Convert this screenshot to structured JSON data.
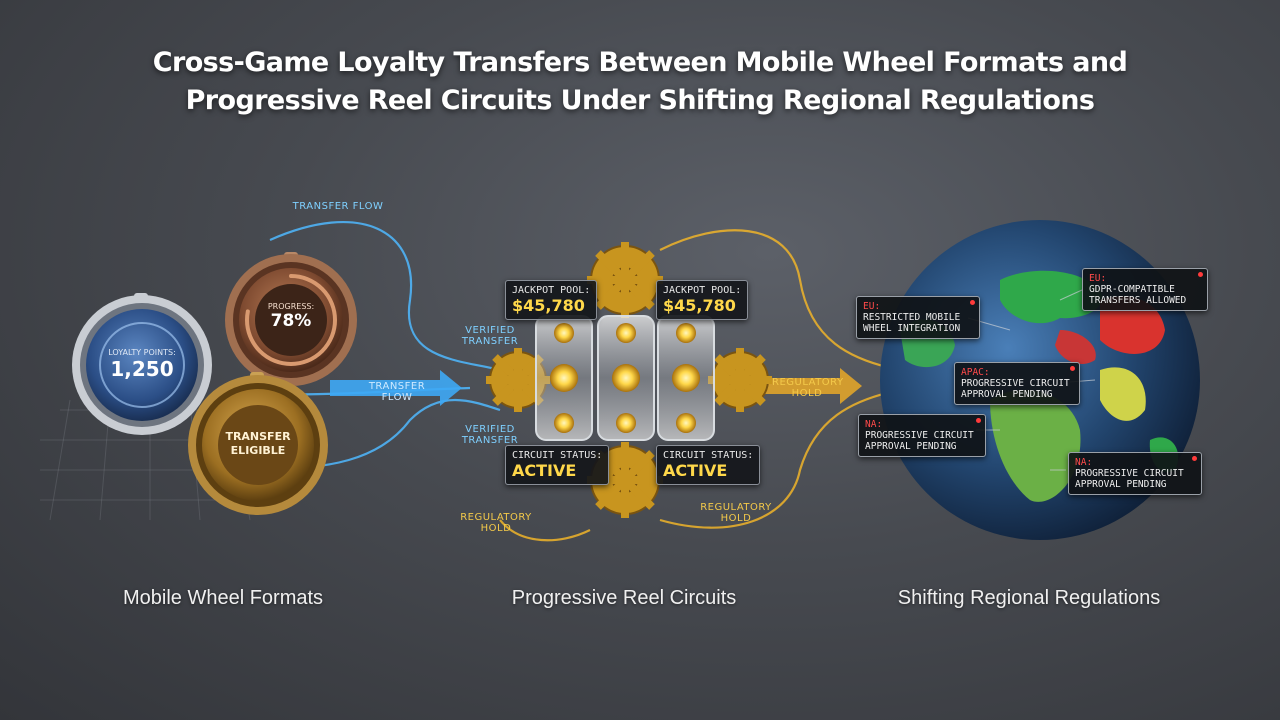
{
  "title": {
    "line1": "Cross-Game Loyalty Transfers Between Mobile Wheel Formats and",
    "line2": "Progressive Reel Circuits Under Shifting Regional Regulations"
  },
  "sections": {
    "left": "Mobile Wheel Formats",
    "middle": "Progressive Reel Circuits",
    "right": "Shifting Regional Regulations"
  },
  "dials": {
    "loyalty_label": "LOYALTY POINTS:",
    "loyalty_value": "1,250",
    "progress_label": "PROGRESS:",
    "progress_value": "78%",
    "transfer_label": "TRANSFER ELIGIBLE",
    "progress_fraction": 0.78
  },
  "flows": {
    "transfer_flow_top": "TRANSFER FLOW",
    "transfer_flow_mid": "TRANSFER FLOW",
    "verified_transfer_1": "VERIFIED TRANSFER",
    "verified_transfer_2": "VERIFIED TRANSFER",
    "regulatory_hold_1": "REGULATORY HOLD",
    "regulatory_hold_2": "REGULATORY HOLD",
    "regulatory_hold_3": "REGULATORY HOLD"
  },
  "reels": {
    "jackpot_label_1": "JACKPOT POOL:",
    "jackpot_value_1": "$45,780",
    "jackpot_label_2": "JACKPOT POOL:",
    "jackpot_value_2": "$45,780",
    "status_label_1": "CIRCUIT STATUS:",
    "status_value_1": "ACTIVE",
    "status_label_2": "CIRCUIT STATUS:",
    "status_value_2": "ACTIVE"
  },
  "regulations": {
    "eu_left": {
      "region": "EU:",
      "text": "RESTRICTED MOBILE WHEEL INTEGRATION"
    },
    "eu_right": {
      "region": "EU:",
      "text": "GDPR-COMPATIBLE TRANSFERS ALLOWED"
    },
    "apac": {
      "region": "APAC:",
      "text": "PROGRESSIVE CIRCUIT APPROVAL PENDING"
    },
    "na_left": {
      "region": "NA:",
      "text": "PROGRESSIVE CIRCUIT APPROVAL PENDING"
    },
    "na_right": {
      "region": "NA:",
      "text": "PROGRESSIVE CIRCUIT APPROVAL PENDING"
    }
  },
  "colors": {
    "blue_flow": "#4fb8ff",
    "gold_flow": "#f0b429",
    "alert_red": "#ff3b3b"
  }
}
